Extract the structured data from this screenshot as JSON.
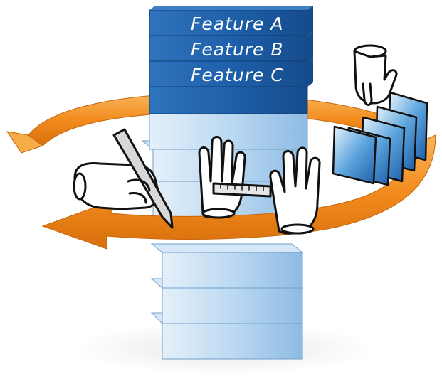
{
  "stack": {
    "features": [
      {
        "label": "Feature A"
      },
      {
        "label": "Feature B"
      },
      {
        "label": "Feature C"
      }
    ]
  },
  "colors": {
    "feature_block_dark": "#1d5ea8",
    "feature_block_light": "#3b7fc6",
    "empty_block_light": "#cfe3f4",
    "empty_block_mid": "#9fc6e8",
    "arrow_orange": "#f28c1e",
    "arrow_orange_light": "#f7ac4a",
    "hand_fill": "#ffffff",
    "outline": "#111111",
    "floor_shadow": "#eeeeee"
  },
  "icons": [
    "writing-hand-with-pen-icon",
    "measuring-hands-with-ruler-icon",
    "hand-sorting-cards-icon",
    "cycle-arrow-icon"
  ]
}
